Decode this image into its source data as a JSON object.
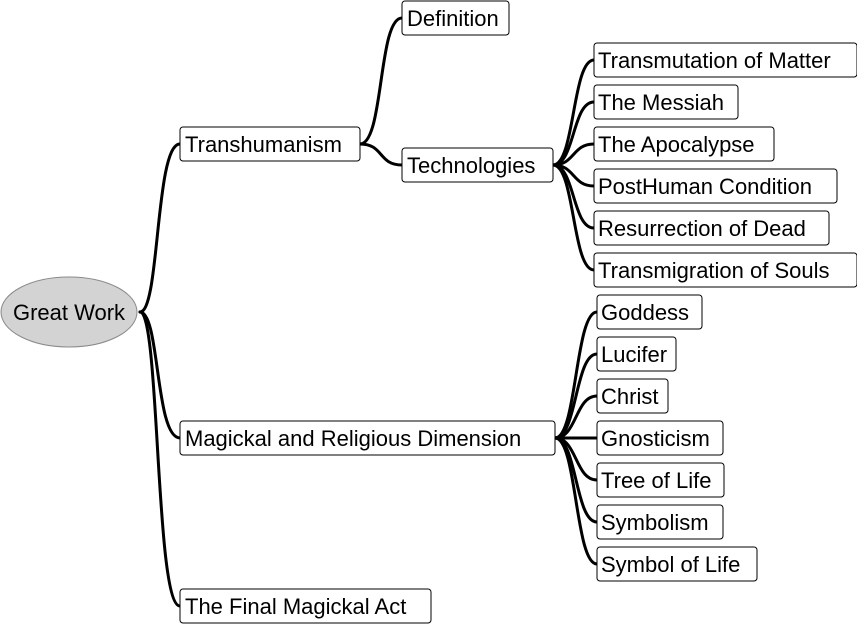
{
  "mindmap": {
    "root": {
      "label": "Great Work"
    },
    "transhumanism": {
      "label": "Transhumanism",
      "definition": {
        "label": "Definition"
      },
      "technologies": {
        "label": "Technologies",
        "items": [
          "Transmutation of Matter",
          "The Messiah",
          "The Apocalypse",
          "PostHuman Condition",
          "Resurrection of Dead",
          "Transmigration of Souls"
        ]
      }
    },
    "magickal": {
      "label": "Magickal and Religious Dimension",
      "items": [
        "Goddess",
        "Lucifer",
        "Christ",
        "Gnosticism",
        "Tree of Life",
        "Symbolism",
        "Symbol of Life"
      ]
    },
    "final_act": {
      "label": "The Final Magickal Act"
    },
    "colors": {
      "root_fill": "#d3d3d3",
      "root_stroke": "#8a8a8a",
      "node_fill": "#ffffff",
      "node_border": "#000000",
      "connector": "#000000"
    }
  }
}
